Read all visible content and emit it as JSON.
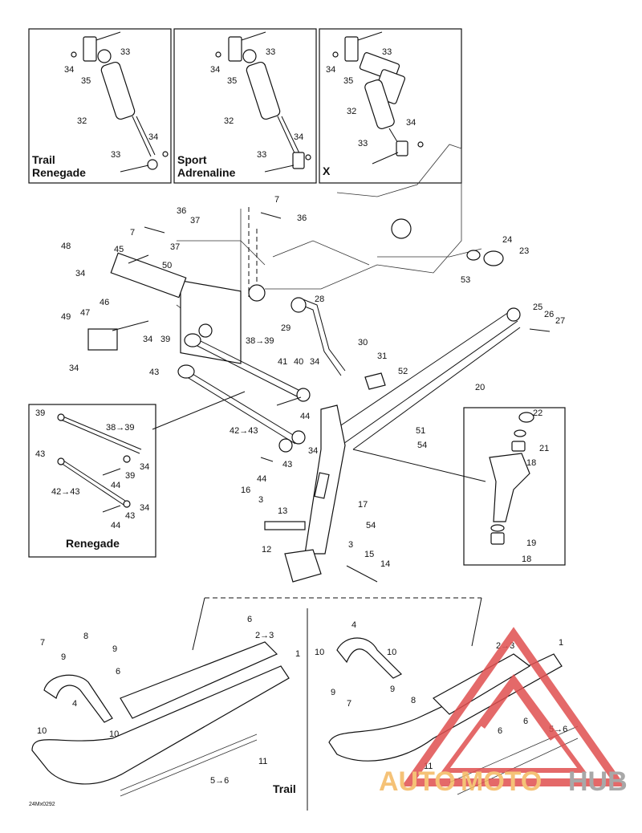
{
  "inset_titles": {
    "trail_renegade_1": "Trail",
    "trail_renegade_2": "Renegade",
    "sport_adrenaline_1": "Sport",
    "sport_adrenaline_2": "Adrenaline",
    "x": "X",
    "renegade": "Renegade",
    "trail": "Trail"
  },
  "reference_code": "24Mx0292",
  "watermark": {
    "part1": "AUTO",
    "part2": "MOTO",
    "part3": "HUB",
    "color_orange": "#f4b860",
    "color_gray": "#9a9a9a",
    "color_red": "#e05050"
  },
  "callouts": {
    "inset1": [
      "33",
      "34",
      "35",
      "32",
      "34",
      "33"
    ],
    "inset2": [
      "33",
      "34",
      "35",
      "32",
      "34",
      "33"
    ],
    "inset3": [
      "33",
      "34",
      "35",
      "32",
      "34",
      "33"
    ],
    "main": [
      "7",
      "36",
      "36",
      "37",
      "7",
      "37",
      "45",
      "48",
      "50",
      "34",
      "46",
      "47",
      "49",
      "34",
      "39",
      "38→39",
      "34",
      "43",
      "41",
      "40",
      "34",
      "44",
      "42→43",
      "34",
      "43",
      "44",
      "28",
      "29",
      "30",
      "31",
      "52",
      "24",
      "23",
      "53",
      "25",
      "26",
      "27",
      "20",
      "51",
      "54",
      "17",
      "16",
      "3",
      "13",
      "54",
      "3",
      "15",
      "14",
      "12"
    ],
    "renegade": [
      "39",
      "38→39",
      "43",
      "34",
      "39",
      "44",
      "42→43",
      "34",
      "43",
      "44"
    ],
    "right_inset": [
      "22",
      "21",
      "18",
      "19",
      "18"
    ],
    "ski_left": [
      "6",
      "2→3",
      "8",
      "7",
      "9",
      "9",
      "6",
      "1",
      "4",
      "10",
      "10",
      "11",
      "5→6"
    ],
    "ski_right": [
      "4",
      "10",
      "10",
      "9",
      "9",
      "7",
      "8",
      "2→3",
      "1",
      "11",
      "6",
      "6",
      "5→6"
    ]
  }
}
